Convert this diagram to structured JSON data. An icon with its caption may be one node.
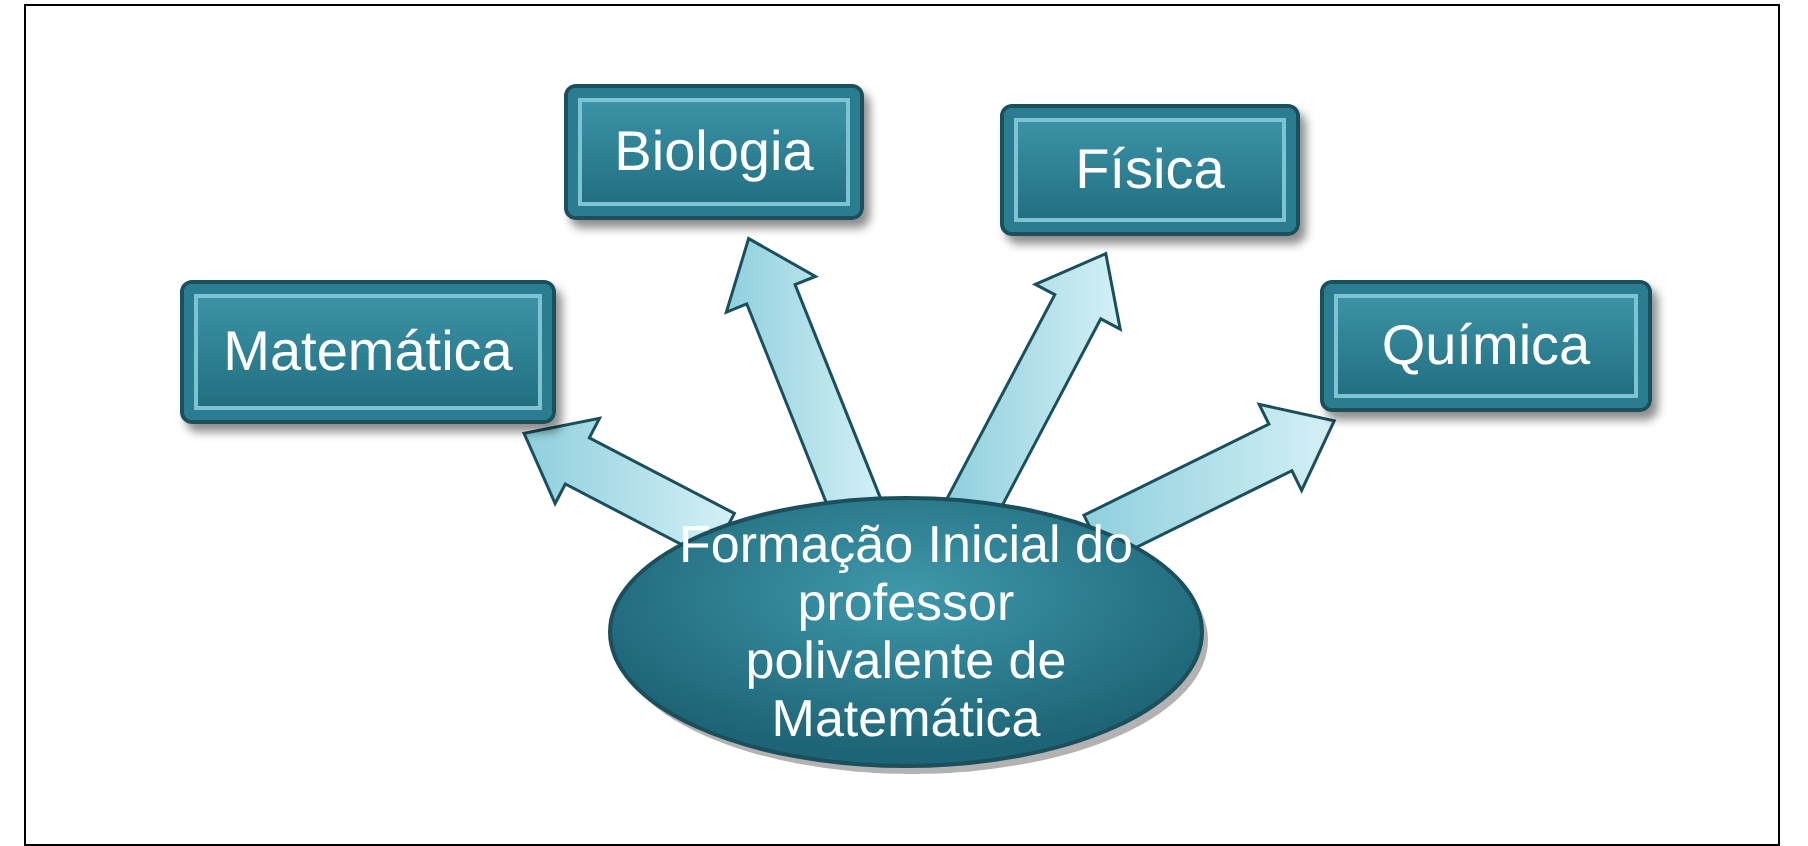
{
  "diagram": {
    "nodes": [
      {
        "text": [
          "Biologia"
        ]
      },
      {
        "text": [
          "Física"
        ]
      },
      {
        "text": [
          "Matemática"
        ]
      },
      {
        "text": [
          "Química"
        ]
      },
      {
        "text": [
          "Formação Inicial do professor polivalente de Matemática"
        ]
      }
    ],
    "edges": [
      {
        "from": 4,
        "to": 2,
        "arrow": "to"
      },
      {
        "from": 4,
        "to": 0,
        "arrow": "to"
      },
      {
        "from": 4,
        "to": 1,
        "arrow": "to"
      },
      {
        "from": 4,
        "to": 3,
        "arrow": "to"
      }
    ]
  }
}
